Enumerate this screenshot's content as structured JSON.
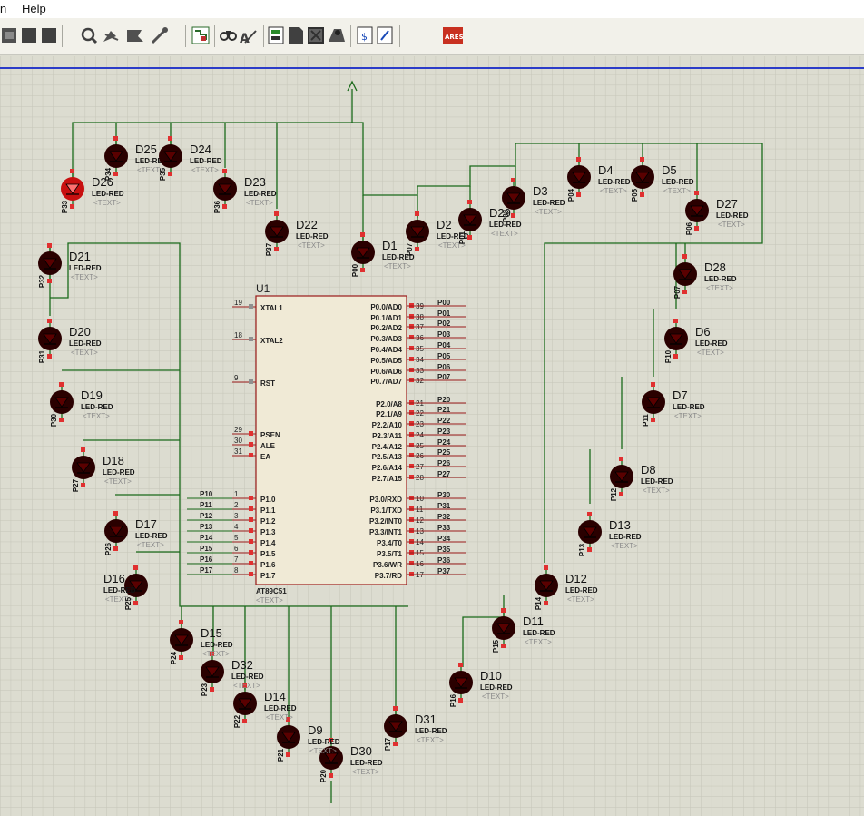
{
  "menu": {
    "items": [
      "n",
      "Help"
    ]
  },
  "toolbar": {
    "icons": [
      "component-mode-icon",
      "wire-icon",
      "bus-icon",
      "zoom-icon",
      "pin-icon",
      "generator-icon",
      "probe-icon",
      "design-explorer-icon",
      "search-icon",
      "property-tool-icon",
      "netlist-icon",
      "bom-icon",
      "electrical-rule-check-icon",
      "pcb-icon",
      "simulate-icon",
      "help-icon",
      "ares-icon"
    ],
    "ares_label": "ARES"
  },
  "chip": {
    "ref": "U1",
    "part": "AT89C51",
    "text": "<TEXT>",
    "left_pins": [
      {
        "num": "19",
        "name": "XTAL1"
      },
      {
        "num": "18",
        "name": "XTAL2"
      },
      {
        "num": "9",
        "name": "RST"
      },
      {
        "num": "29",
        "name": "PSEN"
      },
      {
        "num": "30",
        "name": "ALE"
      },
      {
        "num": "31",
        "name": "EA"
      },
      {
        "num": "1",
        "name": "P1.0",
        "net": "P10"
      },
      {
        "num": "2",
        "name": "P1.1",
        "net": "P11"
      },
      {
        "num": "3",
        "name": "P1.2",
        "net": "P12"
      },
      {
        "num": "4",
        "name": "P1.3",
        "net": "P13"
      },
      {
        "num": "5",
        "name": "P1.4",
        "net": "P14"
      },
      {
        "num": "6",
        "name": "P1.5",
        "net": "P15"
      },
      {
        "num": "7",
        "name": "P1.6",
        "net": "P16"
      },
      {
        "num": "8",
        "name": "P1.7",
        "net": "P17"
      }
    ],
    "right_pins": [
      {
        "num": "39",
        "name": "P0.0/AD0",
        "net": "P00"
      },
      {
        "num": "38",
        "name": "P0.1/AD1",
        "net": "P01"
      },
      {
        "num": "37",
        "name": "P0.2/AD2",
        "net": "P02"
      },
      {
        "num": "36",
        "name": "P0.3/AD3",
        "net": "P03"
      },
      {
        "num": "35",
        "name": "P0.4/AD4",
        "net": "P04"
      },
      {
        "num": "34",
        "name": "P0.5/AD5",
        "net": "P05"
      },
      {
        "num": "33",
        "name": "P0.6/AD6",
        "net": "P06"
      },
      {
        "num": "32",
        "name": "P0.7/AD7",
        "net": "P07"
      },
      {
        "num": "21",
        "name": "P2.0/A8",
        "net": "P20"
      },
      {
        "num": "22",
        "name": "P2.1/A9",
        "net": "P21"
      },
      {
        "num": "23",
        "name": "P2.2/A10",
        "net": "P22"
      },
      {
        "num": "24",
        "name": "P2.3/A11",
        "net": "P23"
      },
      {
        "num": "25",
        "name": "P2.4/A12",
        "net": "P24"
      },
      {
        "num": "26",
        "name": "P2.5/A13",
        "net": "P25"
      },
      {
        "num": "27",
        "name": "P2.6/A14",
        "net": "P26"
      },
      {
        "num": "28",
        "name": "P2.7/A15",
        "net": "P27"
      },
      {
        "num": "10",
        "name": "P3.0/RXD",
        "net": "P30"
      },
      {
        "num": "11",
        "name": "P3.1/TXD",
        "net": "P31"
      },
      {
        "num": "12",
        "name": "P3.2/INT0",
        "net": "P32"
      },
      {
        "num": "13",
        "name": "P3.3/INT1",
        "net": "P33"
      },
      {
        "num": "14",
        "name": "P3.4/T0",
        "net": "P34"
      },
      {
        "num": "15",
        "name": "P3.5/T1",
        "net": "P35"
      },
      {
        "num": "16",
        "name": "P3.6/WR",
        "net": "P36"
      },
      {
        "num": "17",
        "name": "P3.7/RD",
        "net": "P37"
      }
    ]
  },
  "led_type": "LED-RED",
  "led_text": "<TEXT>",
  "leds": [
    {
      "ref": "D26",
      "net": "P33",
      "lit": true
    },
    {
      "ref": "D25",
      "net": "P34"
    },
    {
      "ref": "D24",
      "net": "P35"
    },
    {
      "ref": "D23",
      "net": "P36"
    },
    {
      "ref": "D22",
      "net": "P37"
    },
    {
      "ref": "D1",
      "net": "P00"
    },
    {
      "ref": "D2",
      "net": "P07"
    },
    {
      "ref": "D29",
      "net": "P01"
    },
    {
      "ref": "D3",
      "net": "P03"
    },
    {
      "ref": "D4",
      "net": "P04"
    },
    {
      "ref": "D5",
      "net": "P05"
    },
    {
      "ref": "D27",
      "net": "P06"
    },
    {
      "ref": "D28",
      "net": "P07"
    },
    {
      "ref": "D6",
      "net": "P10"
    },
    {
      "ref": "D7",
      "net": "P11"
    },
    {
      "ref": "D8",
      "net": "P12"
    },
    {
      "ref": "D13",
      "net": "P13"
    },
    {
      "ref": "D12",
      "net": "P14"
    },
    {
      "ref": "D11",
      "net": "P15"
    },
    {
      "ref": "D10",
      "net": "P16"
    },
    {
      "ref": "D31",
      "net": "P17"
    },
    {
      "ref": "D30",
      "net": "P20"
    },
    {
      "ref": "D9",
      "net": "P21"
    },
    {
      "ref": "D14",
      "net": "P22"
    },
    {
      "ref": "D32",
      "net": "P23"
    },
    {
      "ref": "D15",
      "net": "P24"
    },
    {
      "ref": "D16",
      "net": "P25"
    },
    {
      "ref": "D17",
      "net": "P26"
    },
    {
      "ref": "D18",
      "net": "P27"
    },
    {
      "ref": "D19",
      "net": "P30"
    },
    {
      "ref": "D20",
      "net": "P31"
    },
    {
      "ref": "D21",
      "net": "P32"
    }
  ],
  "colors": {
    "canvas": "#dcdcd0",
    "grid": "#c9c9bc",
    "wire": "#1a6a1a",
    "chip_body": "#f0ead6",
    "chip_border": "#9a1a1a",
    "pin_marker": "#e03030",
    "led_body": "#2a0000",
    "led_lit": "#c81010",
    "text_ghost": "#8a8a8a",
    "accent_line": "#2b3cc8"
  }
}
